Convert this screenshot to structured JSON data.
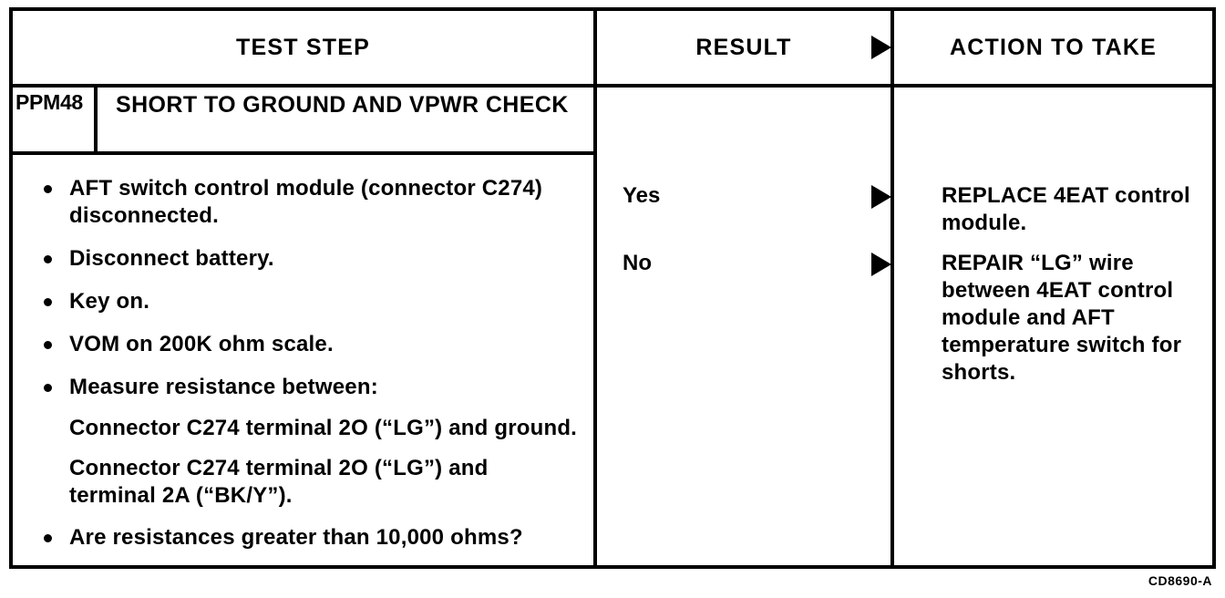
{
  "table": {
    "headers": {
      "test_step": "TEST STEP",
      "result": "RESULT",
      "action": "ACTION TO TAKE",
      "result_arrow_icon": "right-triangle-icon"
    },
    "step": {
      "code": "PPM48",
      "title": "SHORT TO GROUND AND VPWR CHECK",
      "items": [
        {
          "type": "bullet",
          "text": "AFT switch control module (connector C274) disconnected."
        },
        {
          "type": "bullet",
          "text": "Disconnect battery."
        },
        {
          "type": "bullet",
          "text": "Key on."
        },
        {
          "type": "bullet",
          "text": "VOM on 200K ohm scale."
        },
        {
          "type": "bullet",
          "text": "Measure resistance between:"
        },
        {
          "type": "sub",
          "text": "Connector C274 terminal 2O (“LG”) and ground."
        },
        {
          "type": "sub",
          "text": "Connector C274 terminal 2O (“LG”) and terminal 2A (“BK/Y”)."
        },
        {
          "type": "bullet",
          "text": "Are resistances greater than 10,000 ohms?"
        }
      ]
    },
    "rows": [
      {
        "result": "Yes",
        "arrow_icon": "right-triangle-icon",
        "action": "REPLACE 4EAT control module."
      },
      {
        "result": "No",
        "arrow_icon": "right-triangle-icon",
        "action": "REPAIR “LG” wire between 4EAT control module and AFT temperature switch for shorts."
      }
    ]
  },
  "figure_code": "CD8690-A",
  "colors": {
    "ink": "#000000",
    "paper": "#ffffff"
  }
}
